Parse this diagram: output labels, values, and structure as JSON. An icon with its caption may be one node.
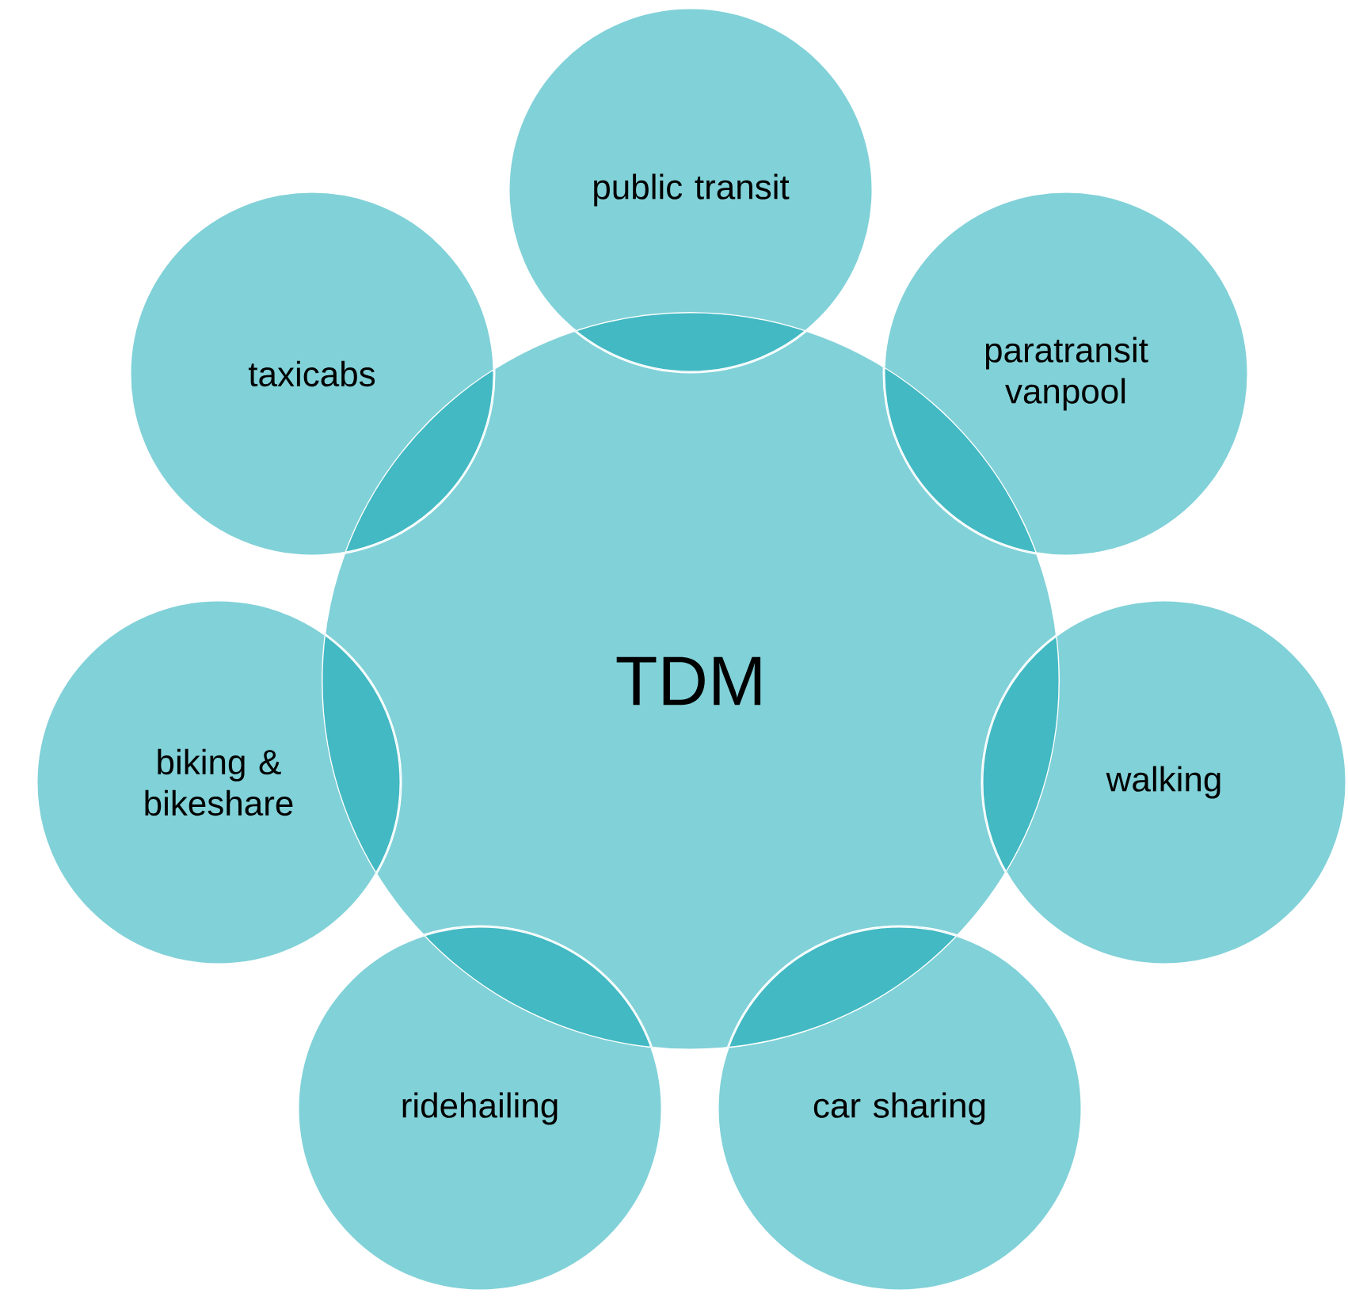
{
  "diagram": {
    "nodes": [
      {
        "text": [
          "TDM"
        ]
      },
      {
        "text": [
          "public transit"
        ]
      },
      {
        "text": [
          "paratransit vanpool"
        ]
      },
      {
        "text": [
          "walking"
        ]
      },
      {
        "text": [
          "car sharing"
        ]
      },
      {
        "text": [
          "ridehailing"
        ]
      },
      {
        "text": [
          "biking & bikeshare"
        ]
      },
      {
        "text": [
          "taxicabs"
        ]
      }
    ]
  }
}
